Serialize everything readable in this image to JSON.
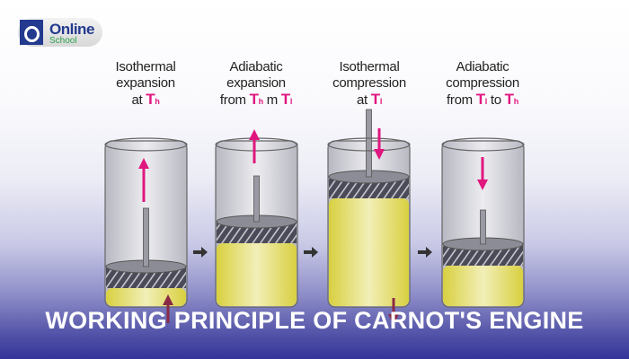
{
  "logo": {
    "brand": "Online",
    "sub": "School"
  },
  "steps": [
    {
      "line1": "Isothermal",
      "line2": "expansion",
      "line3_prefix": "at ",
      "t1": "T",
      "s1": "h"
    },
    {
      "line1": "Adiabatic",
      "line2": "expansion",
      "line3_prefix": "from ",
      "t1": "T",
      "s1": "h",
      "mid": " m ",
      "t2": "T",
      "s2": "l"
    },
    {
      "line1": "Isothermal",
      "line2": "compression",
      "line3_prefix": "at ",
      "t1": "T",
      "s1": "l"
    },
    {
      "line1": "Adiabatic",
      "line2": "compression",
      "line3_prefix": "from ",
      "t1": "T",
      "s1": "l",
      "mid": " to ",
      "t2": "T",
      "s2": "h"
    }
  ],
  "title": "WORKING PRINCIPLE OF CARNOT'S ENGINE",
  "colors": {
    "arrow": "#e0177f",
    "heat_arrow": "#8a2a45",
    "gas": "#e8e070",
    "title_band": "#34349a"
  }
}
